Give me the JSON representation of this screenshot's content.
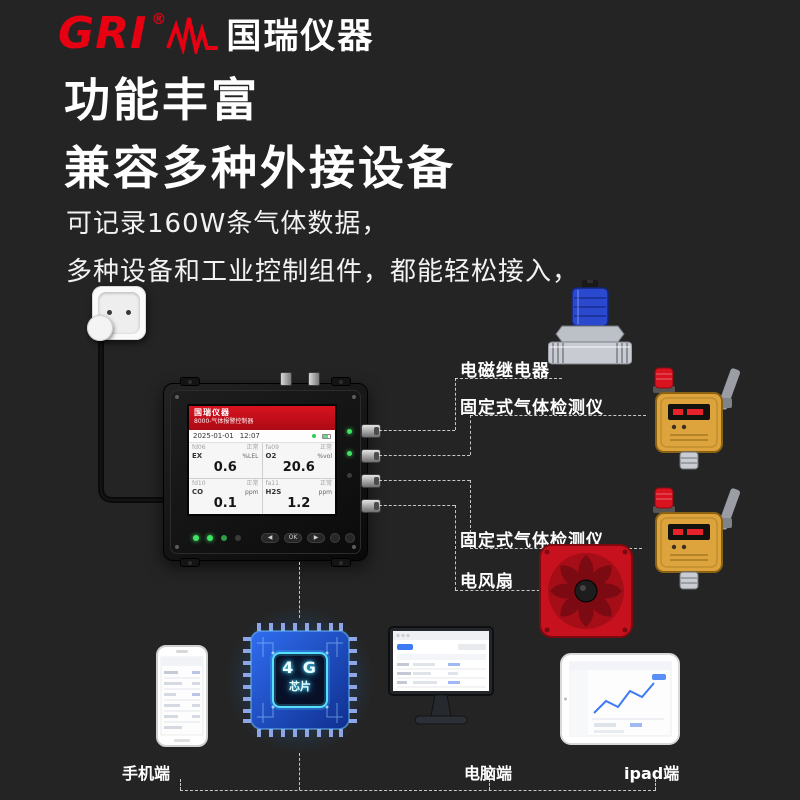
{
  "colors": {
    "background": "#242424",
    "brand_red": "#e60012",
    "text_white": "#ffffff",
    "screen_header_red": "#c90f1b",
    "chip_blue": "#2a5ce0",
    "chip_glow_cyan": "#3fd0ff",
    "fan_red": "#c8111e",
    "detector_yellow": "#dda33c",
    "valve_coil_blue": "#2a49cf",
    "led_green": "#3fe463",
    "dashed_line": "#f0f0f0"
  },
  "header": {
    "logo_text": "GRI",
    "registered_mark": "®",
    "brand_name": "国瑞仪器"
  },
  "headings": {
    "title_line1": "功能丰富",
    "title_line2": "兼容多种外接设备",
    "subtitle_line1": "可记录160W条气体数据，",
    "subtitle_line2": "多种设备和工业控制组件，都能轻松接入，"
  },
  "controller": {
    "screen_brand": "国瑞仪器",
    "screen_model": "8000-气体报警控制器",
    "date": "2025-01-01",
    "time": "12:07",
    "channels": [
      {
        "id": "fd06",
        "status": "正常",
        "gas": "EX",
        "value": "0.6",
        "unit": "%LEL"
      },
      {
        "id": "fa09",
        "status": "正常",
        "gas": "O2",
        "value": "20.6",
        "unit": "%vol"
      },
      {
        "id": "fd10",
        "status": "正常",
        "gas": "CO",
        "value": "0.1",
        "unit": "ppm"
      },
      {
        "id": "fa11",
        "status": "正常",
        "gas": "H2S",
        "value": "1.2",
        "unit": "ppm"
      }
    ],
    "buttons": {
      "left": "◀",
      "ok": "OK",
      "right": "▶"
    }
  },
  "peripherals": {
    "relay_label": "电磁继电器",
    "detector1_label": "固定式气体检测仪",
    "detector2_label": "固定式气体检测仪",
    "fan_label": "电风扇"
  },
  "chip": {
    "line1": "4 G",
    "line2": "芯片"
  },
  "clients": {
    "phone_label": "手机端",
    "computer_label": "电脑端",
    "ipad_label": "ipad端"
  }
}
